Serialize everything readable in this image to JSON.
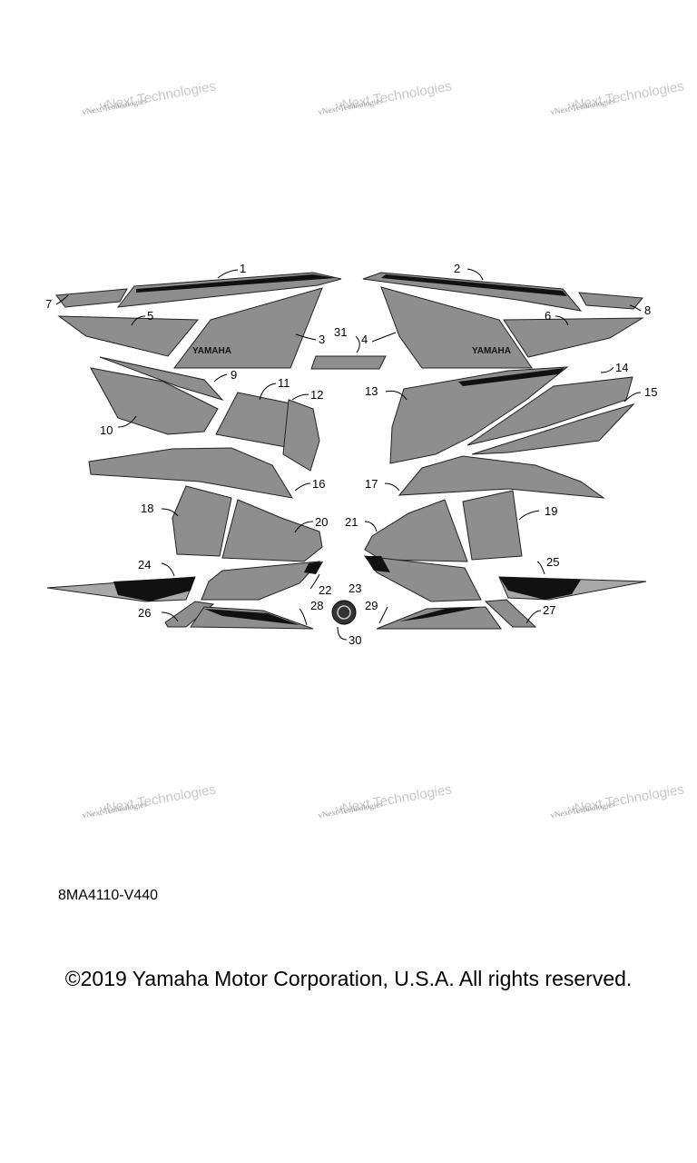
{
  "diagram": {
    "callouts": [
      "1",
      "2",
      "3",
      "4",
      "5",
      "6",
      "7",
      "8",
      "9",
      "10",
      "11",
      "12",
      "13",
      "14",
      "15",
      "16",
      "17",
      "18",
      "19",
      "20",
      "21",
      "22",
      "23",
      "24",
      "25",
      "26",
      "27",
      "28",
      "29",
      "30",
      "31"
    ],
    "decal_text": {
      "yamaha_left": "YAMAHA",
      "yamaha_right": "YAMAHA"
    },
    "watermark": {
      "small": "vNext Technologies",
      "big": "vNext Technologies"
    }
  },
  "footer": {
    "part_code": "8MA4110-V440",
    "copyright": "©2019 Yamaha Motor Corporation, U.S.A. All rights reserved."
  },
  "colors": {
    "decal_gray": "#8e8e8e",
    "stripe_black": "#111111",
    "text": "#000000"
  }
}
